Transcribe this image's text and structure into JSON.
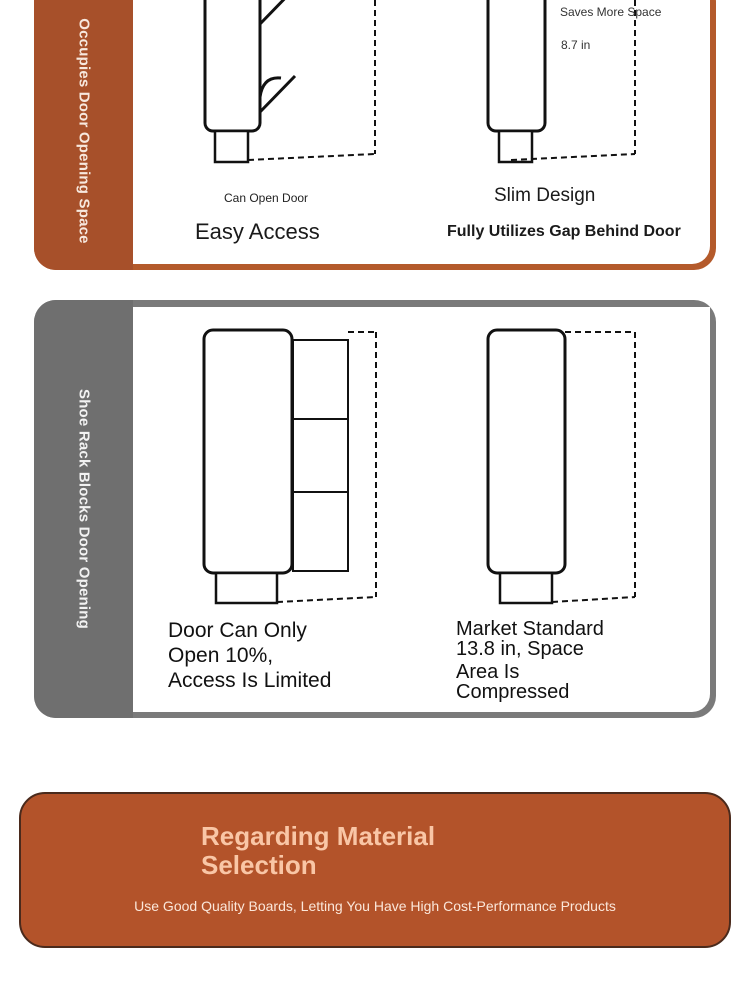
{
  "colors": {
    "panel_warm": "#b45a2b",
    "panel_gray": "#7a7a7a",
    "banner_bg": "#b3532a",
    "banner_title": "#f9c6a6"
  },
  "panel_top": {
    "side_label": "Occupies Door Opening Space",
    "left": {
      "caption_small": "Can Open Door",
      "caption_large": "Easy Access"
    },
    "right": {
      "annotation_top": "Saves More Space",
      "dimension": "8.7 in",
      "caption_large": "Slim Design",
      "caption_sub": "Fully Utilizes Gap Behind Door"
    }
  },
  "panel_bottom": {
    "side_label": "Shoe Rack Blocks Door Opening",
    "left": {
      "caption_line1": "Door Can Only",
      "caption_line2": "Open 10%,",
      "caption_line3": "Access Is Limited"
    },
    "right": {
      "caption_line1": "Market Standard",
      "caption_line2": "13.8 in, Space",
      "caption_line3": "Area Is",
      "caption_line4": "Compressed"
    }
  },
  "banner": {
    "title_line1": "Regarding Material",
    "title_line2": "Selection",
    "subtitle": "Use Good Quality Boards, Letting You Have High Cost-Performance Products"
  }
}
